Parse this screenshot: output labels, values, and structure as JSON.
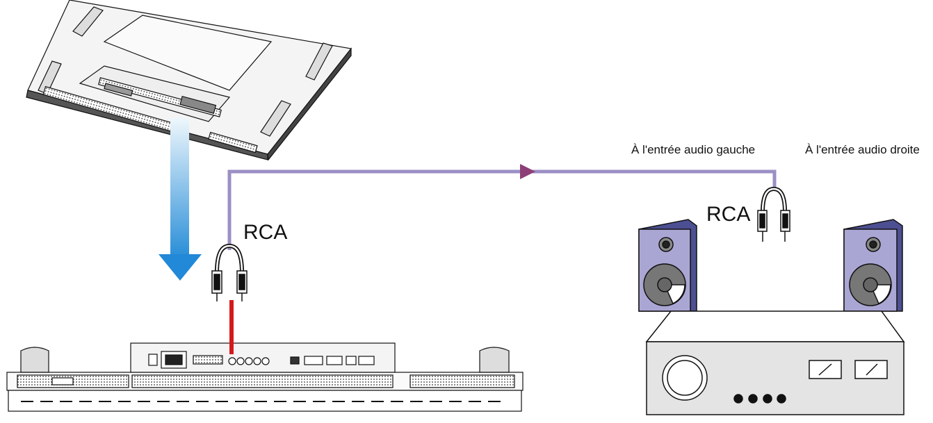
{
  "labels": {
    "rca_display": "RCA",
    "rca_speakers": "RCA",
    "left_input": "À l'entrée audio gauche",
    "right_input": "À l'entrée audio droite"
  },
  "colors": {
    "cable": "#9b8fc4",
    "arrow_head": "#8e3f77",
    "red_lead": "#d4191b",
    "speaker_body": "#aaa6d4",
    "speaker_side": "#4c4f91",
    "amp_front": "#e4e4e4",
    "down_arrow_top": "#e8f4fb",
    "down_arrow_bottom": "#1f8ad6"
  }
}
